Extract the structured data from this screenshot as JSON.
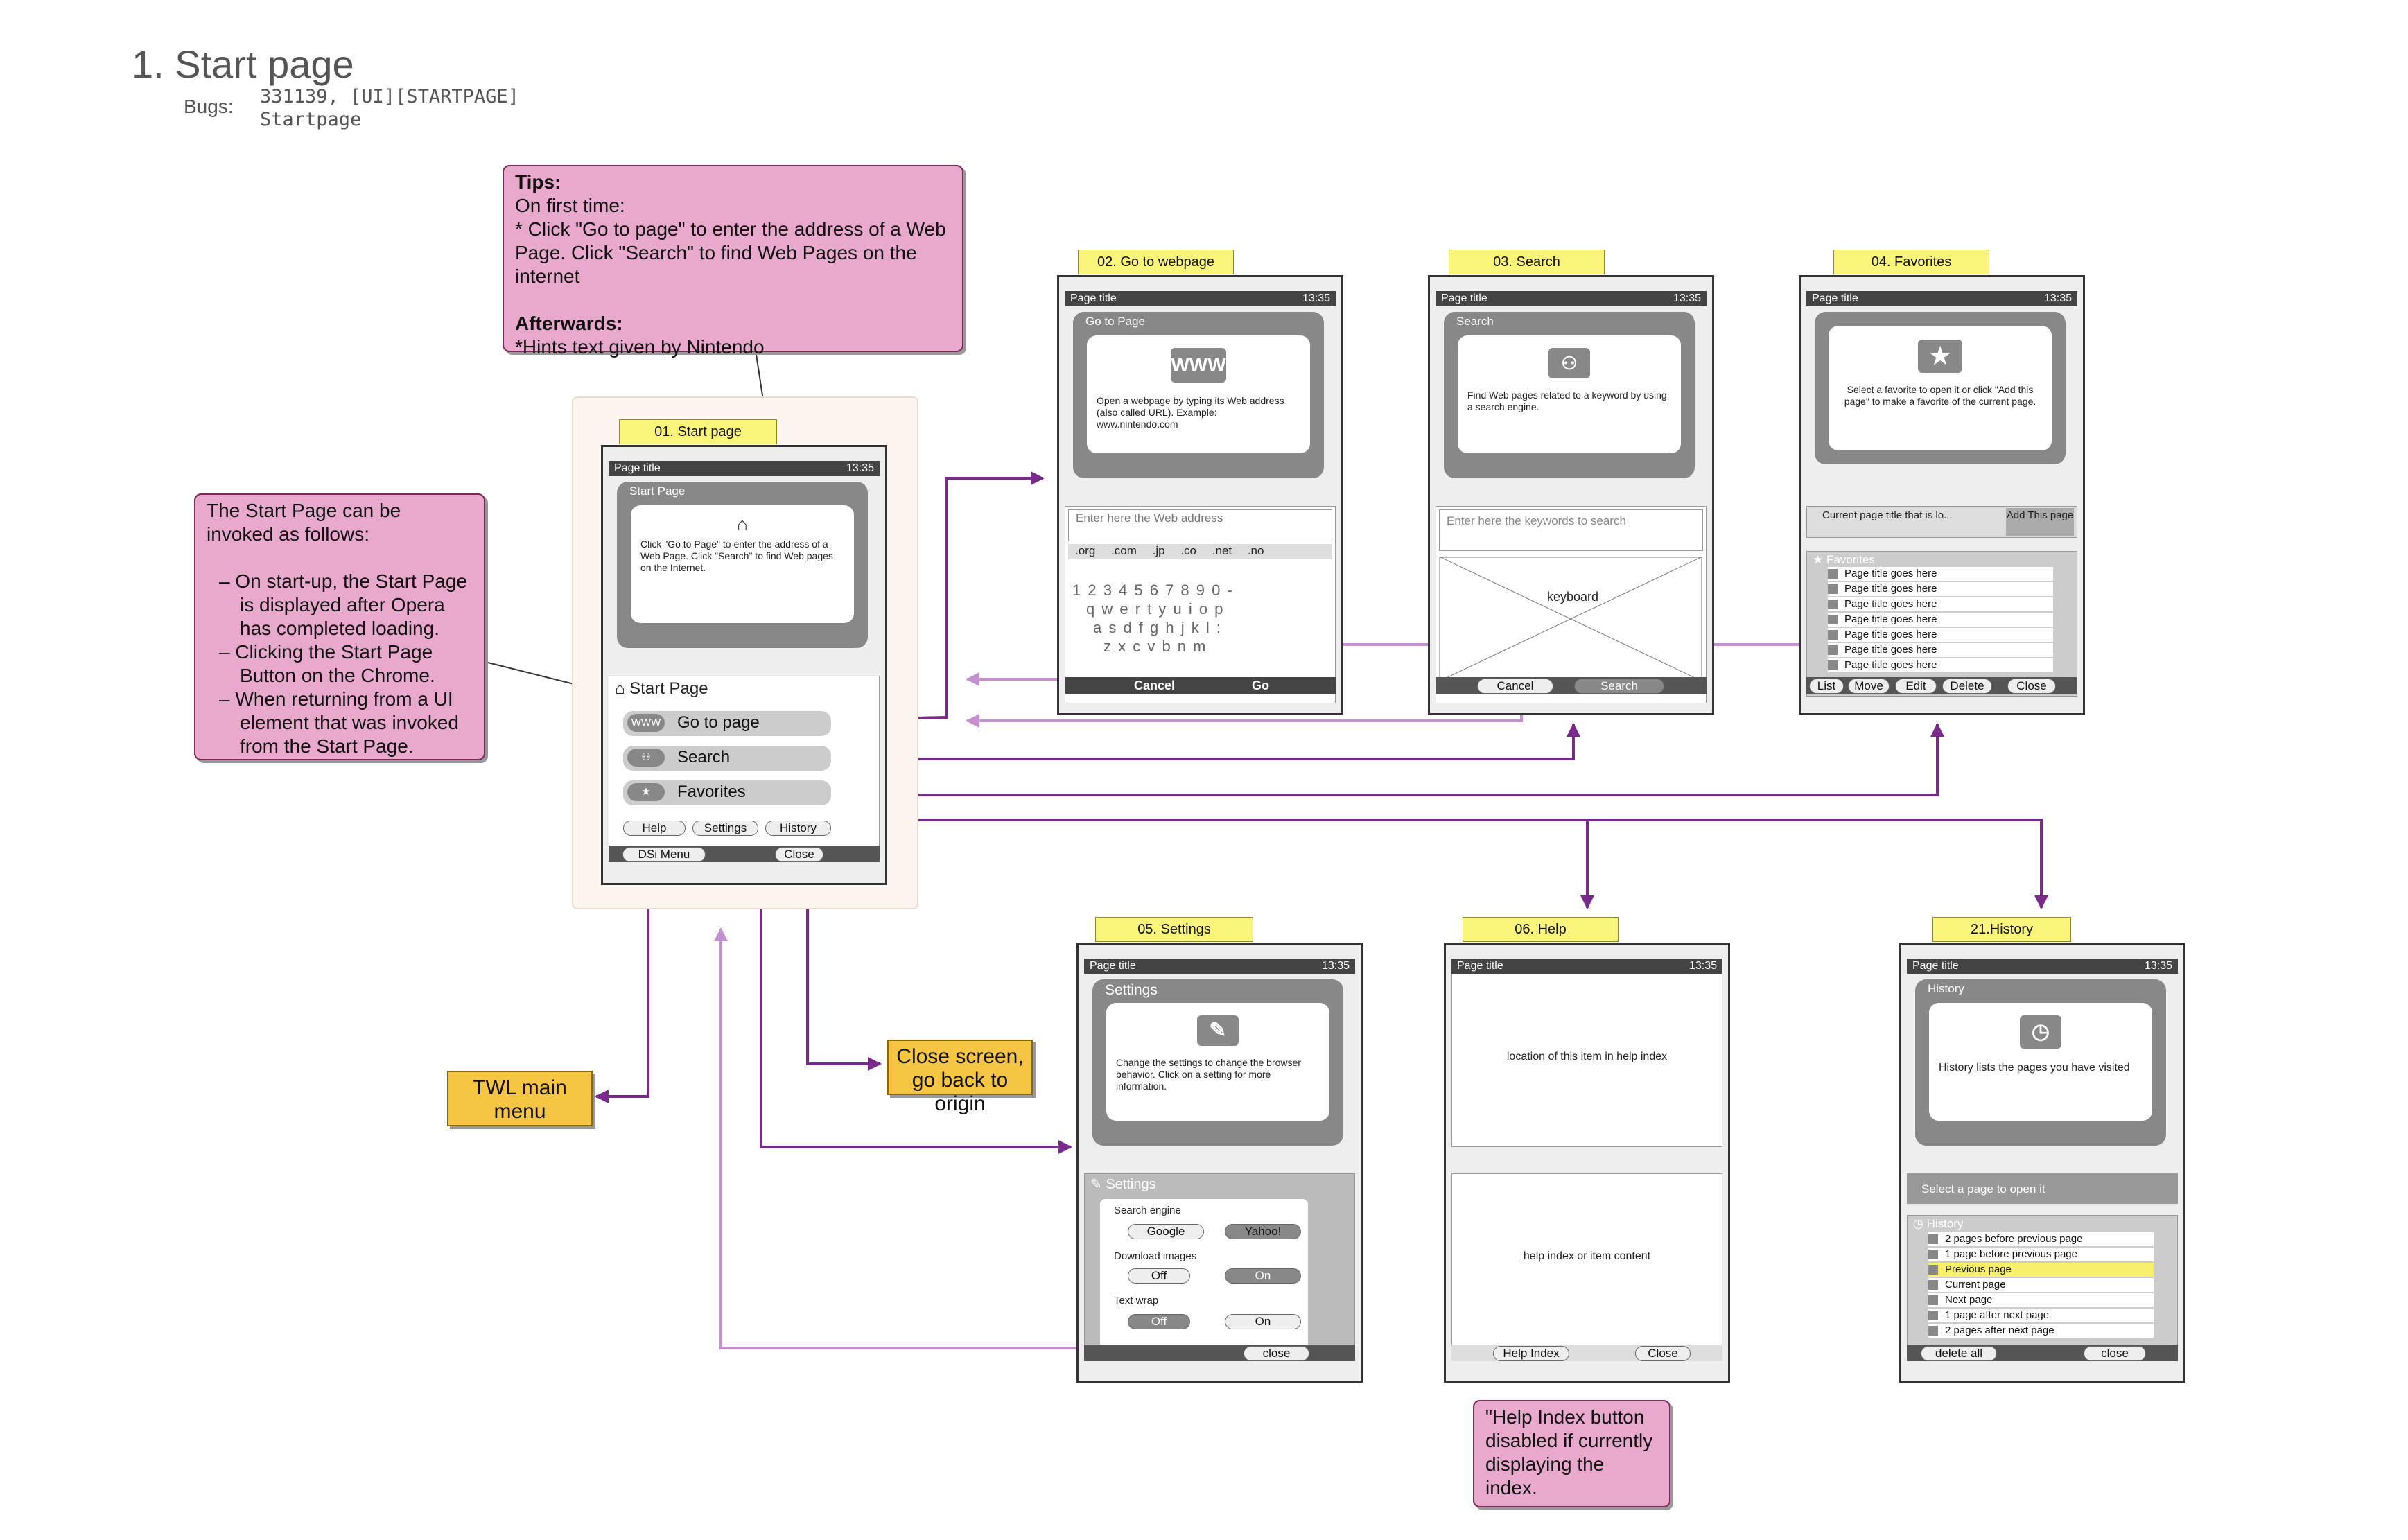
{
  "page": {
    "title": "1. Start page",
    "bugs_label": "Bugs:",
    "bug_line1": "331139, [UI][STARTPAGE]",
    "bug_line2": "Startpage"
  },
  "tips": {
    "heading": "Tips:",
    "first": "On first time:",
    "line1": "* Click \"Go to page\" to enter the address of a Web Page. Click  \"Search\" to find Web Pages on the internet",
    "after_heading": "Afterwards:",
    "after": "*Hints text given by Nintendo"
  },
  "invoke": {
    "intro": "The Start Page can be invoked as follows:",
    "items": [
      "On start-up, the Start Page is displayed after Opera has completed loading.",
      "Clicking the Start Page Button on the Chrome.",
      "When returning from a UI element that was invoked from the Start Page."
    ]
  },
  "twl_note": "TWL main menu",
  "close_note": "Close screen, go back to origin",
  "help_note": "\"Help Index button disabled if currently displaying the index.",
  "common": {
    "page_title": "Page title",
    "time": "13:35"
  },
  "s01": {
    "tag": "01. Start page",
    "frame": "Start Page",
    "hint": "Click \"Go to Page\" to enter the address of a Web Page. Click \"Search\" to find Web pages on the Internet.",
    "heading": "Start Page",
    "goto": "Go to page",
    "search": "Search",
    "favorites": "Favorites",
    "www": "WWW",
    "help": "Help",
    "settings": "Settings",
    "history": "History",
    "dsi": "DSi Menu",
    "close": "Close"
  },
  "s02": {
    "tag": "02. Go to webpage",
    "frame": "Go to Page",
    "hint": "Open a webpage by typing its Web address (also called URL). Example: www.nintendo.com",
    "placeholder": "Enter here the Web address",
    "tlds": [
      ".org",
      ".com",
      ".jp",
      ".co",
      ".net",
      ".no"
    ],
    "row1": "1 2 3 4 5 6 7 8 9 0 -",
    "row2": "q w e r t y u i o p",
    "row3": "a s d f g h j k l :",
    "row4": "z x c v b n m",
    "cancel": "Cancel",
    "go": "Go"
  },
  "s03": {
    "tag": "03. Search",
    "frame": "Search",
    "hint": "Find Web pages related to a keyword by using a search engine.",
    "placeholder": "Enter here the keywords to search",
    "keyboard": "keyboard",
    "cancel": "Cancel",
    "search": "Search"
  },
  "s04": {
    "tag": "04. Favorites",
    "hint": "Select a favorite to open it or click \"Add this page\" to make a favorite of the current page.",
    "current": "Current page title that is lo...",
    "add": "Add This page",
    "list_title": "Favorites",
    "items": [
      "Page title goes here",
      "Page title goes here",
      "Page title goes here",
      "Page title goes here",
      "Page title goes here",
      "Page title goes here",
      "Page title goes here"
    ],
    "list": "List",
    "move": "Move",
    "edit": "Edit",
    "delete": "Delete",
    "close": "Close"
  },
  "s05": {
    "tag": "05. Settings",
    "frame": "Settings",
    "hint": "Change the settings to change the browser behavior. Click on a setting for more information.",
    "list_title": "Settings",
    "engine": "Search engine",
    "google": "Google",
    "yahoo": "Yahoo!",
    "download": "Download images",
    "wrap": "Text wrap",
    "off": "Off",
    "on": "On",
    "close": "close"
  },
  "s06": {
    "tag": "06. Help",
    "location": "location of this item in help index",
    "content": "help index or item content",
    "index": "Help Index",
    "close": "Close"
  },
  "s21": {
    "tag": "21.History",
    "frame": "History",
    "hint": "History lists the pages you have visited",
    "select": "Select a page to open it",
    "list_title": "History",
    "items": [
      "2 pages before previous page",
      "1 page before previous page",
      "Previous page",
      "Current page",
      "Next page",
      "1 page after next page",
      "2 pages after next page"
    ],
    "delete_all": "delete all",
    "close": "close"
  },
  "colors": {
    "connector": "#7a2a8a",
    "connector_light": "#c490cf",
    "note_pink": "#e8a9cd",
    "note_yellow": "#f7c544",
    "tag_yellow": "#fbf47a",
    "highlight": "#f8f06a"
  }
}
